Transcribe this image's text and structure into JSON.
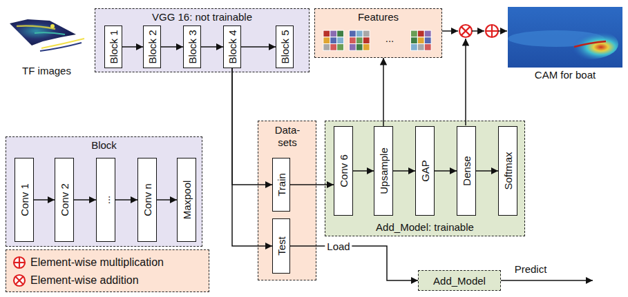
{
  "diagram": {
    "nodes": [
      {
        "text": [
          "TF images"
        ]
      },
      {
        "text": [
          "VGG 16: not trainable"
        ]
      },
      {
        "text": [
          "Block 1"
        ],
        "in": 1
      },
      {
        "text": [
          "Block 2"
        ],
        "in": 1
      },
      {
        "text": [
          "Block 3"
        ],
        "in": 1
      },
      {
        "text": [
          "Block 4"
        ],
        "in": 1
      },
      {
        "text": [
          "Block 5"
        ],
        "in": 1
      },
      {
        "text": [
          "Features",
          "..."
        ]
      },
      {
        "text": [
          "CAM for boat"
        ]
      },
      {
        "text": [
          "Data- sets"
        ]
      },
      {
        "text": [
          "Train"
        ],
        "in": 9
      },
      {
        "text": [
          "Test"
        ],
        "in": 9
      },
      {
        "text": [
          "Add_Model: trainable"
        ]
      },
      {
        "text": [
          "Conv 6"
        ],
        "in": 12
      },
      {
        "text": [
          "Upsample"
        ],
        "in": 12
      },
      {
        "text": [
          "GAP"
        ],
        "in": 12
      },
      {
        "text": [
          "Dense"
        ],
        "in": 12
      },
      {
        "text": [
          "Softmax"
        ],
        "in": 12
      },
      {
        "text": [
          "Block"
        ]
      },
      {
        "text": [
          "Conv 1"
        ],
        "in": 18
      },
      {
        "text": [
          "Conv 2"
        ],
        "in": 18
      },
      {
        "text": [
          "..."
        ],
        "in": 18
      },
      {
        "text": [
          "Conv n"
        ],
        "in": 18
      },
      {
        "text": [
          "Maxpool"
        ],
        "in": 18
      },
      {
        "text": [
          "Add_Model"
        ]
      }
    ],
    "edges": [
      {
        "from": 2,
        "to": 3,
        "arrow": "to"
      },
      {
        "from": 3,
        "to": 4,
        "arrow": "to"
      },
      {
        "from": 4,
        "to": 5,
        "arrow": "to"
      },
      {
        "from": 5,
        "to": 6,
        "arrow": "to"
      },
      {
        "from": 5,
        "to": 10,
        "arrow": "to"
      },
      {
        "from": 5,
        "to": 11,
        "arrow": "to"
      },
      {
        "from": 10,
        "to": 13,
        "arrow": "to"
      },
      {
        "from": 13,
        "to": 14,
        "arrow": "to"
      },
      {
        "from": 14,
        "to": 15,
        "arrow": "to"
      },
      {
        "from": 15,
        "to": 16,
        "arrow": "to"
      },
      {
        "from": 16,
        "to": 17,
        "arrow": "to"
      },
      {
        "from": 14,
        "to": 7,
        "arrow": "to"
      },
      {
        "from": 11,
        "to": 24,
        "label": "Load",
        "arrow": "to"
      },
      {
        "from": 19,
        "to": 20,
        "arrow": "to"
      },
      {
        "from": 20,
        "to": 21,
        "arrow": "to"
      },
      {
        "from": 21,
        "to": 22,
        "arrow": "to"
      },
      {
        "from": 22,
        "to": 23,
        "arrow": "to"
      }
    ],
    "labels": [
      "Predict"
    ],
    "legend": [
      {
        "text": "Element-wise multiplication"
      },
      {
        "text": "Element-wise addition"
      }
    ]
  }
}
